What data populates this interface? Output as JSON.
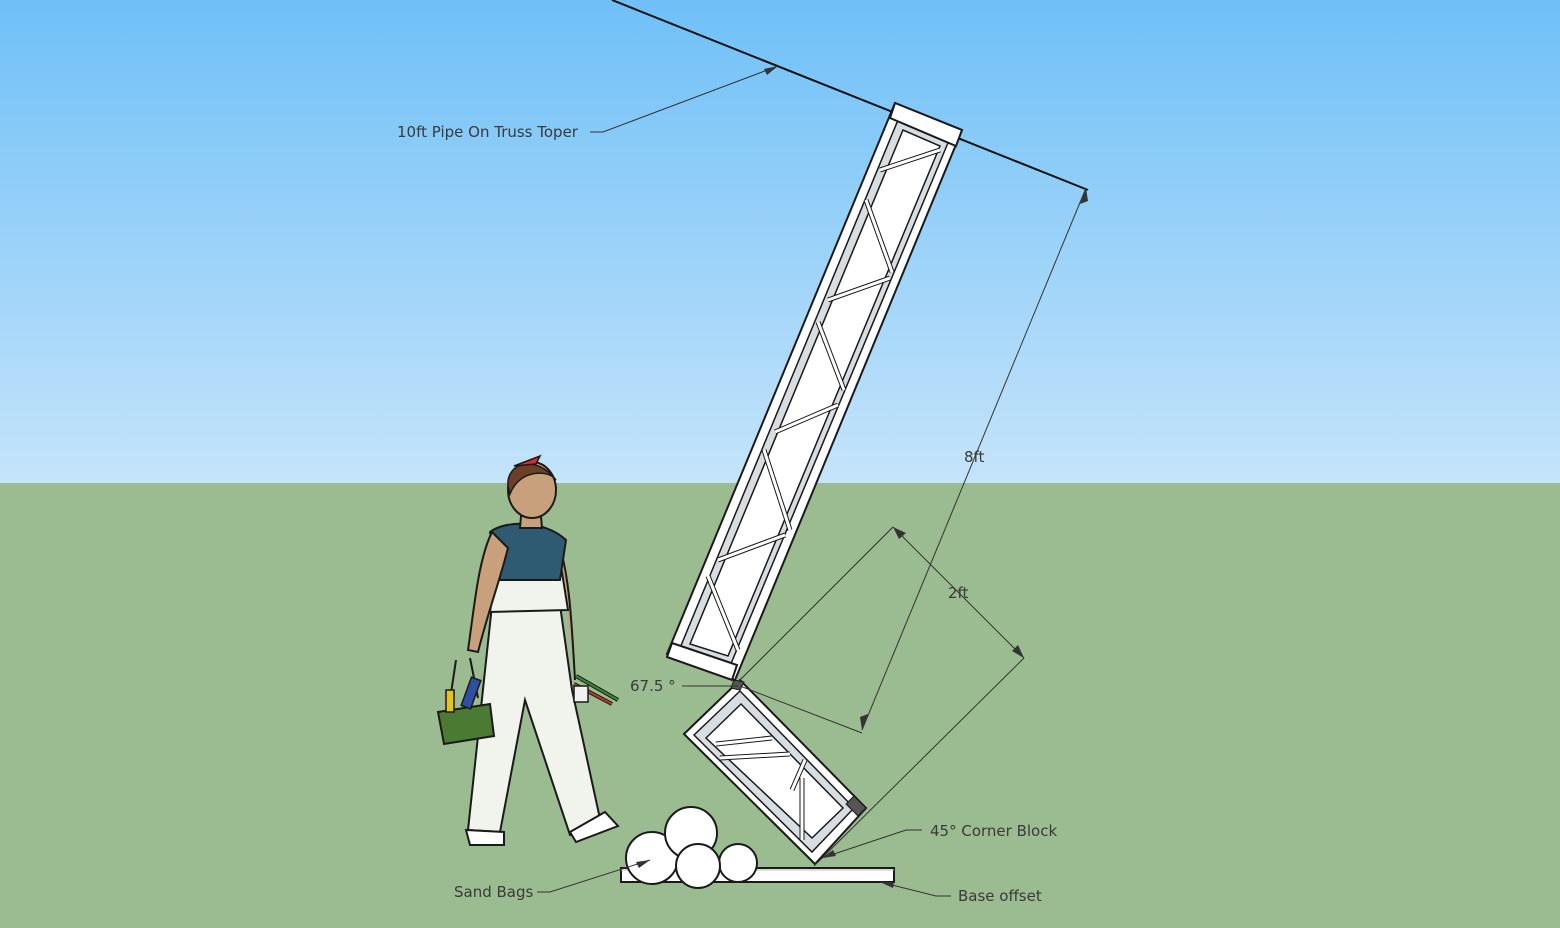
{
  "colors": {
    "sky_top": "#6fc0f7",
    "sky_bottom": "#c5e4fb",
    "ground": "#9bbb91",
    "truss": "#ffffff",
    "line": "#1a1a1a"
  },
  "labels": {
    "pipe": "10ft Pipe On Truss Toper",
    "height": "8ft",
    "lower_length": "2ft",
    "angle": "67.5 °",
    "corner_block": "45° Corner Block",
    "sand_bags": "Sand Bags",
    "base_offset": "Base offset"
  }
}
